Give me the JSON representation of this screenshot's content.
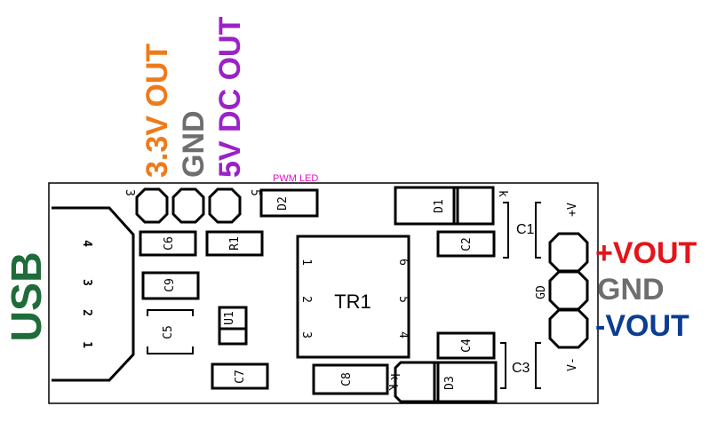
{
  "labels": {
    "usb": "USB",
    "out33": "3.3V OUT",
    "gnd_top": "GND",
    "out5": "5V DC OUT",
    "pwm_led": "PWM LED",
    "vout_pos": "+VOUT",
    "gnd_right": "GND",
    "vout_neg": "-VOUT",
    "pin3": "3",
    "pin5": "5",
    "gd": "GD",
    "plus_v": "+V",
    "minus_v": "V-",
    "k1": "k",
    "k2": "k",
    "k3": "k"
  },
  "usb_pins": [
    "4",
    "3",
    "2",
    "1"
  ],
  "components": {
    "C6": "C6",
    "R1": "R1",
    "D2": "D2",
    "D1": "D1",
    "C1": "C1",
    "C2": "C2",
    "C9": "C9",
    "U1": "U1",
    "C5": "C5",
    "TR1": "TR1",
    "C4": "C4",
    "C3": "C3",
    "C7": "C7",
    "C8": "C8",
    "D3": "D3"
  },
  "tr1_pins": {
    "p1": "1",
    "p2": "2",
    "p3": "3",
    "p4": "4",
    "p5": "5",
    "p6": "6"
  },
  "colors": {
    "usb": "#1f6b3a",
    "out33": "#ef7a1a",
    "gnd": "#6e6e6e",
    "out5": "#9a22c6",
    "pwm": "#e010c8",
    "vpos": "#e3141a",
    "vneg": "#0b3d91"
  }
}
